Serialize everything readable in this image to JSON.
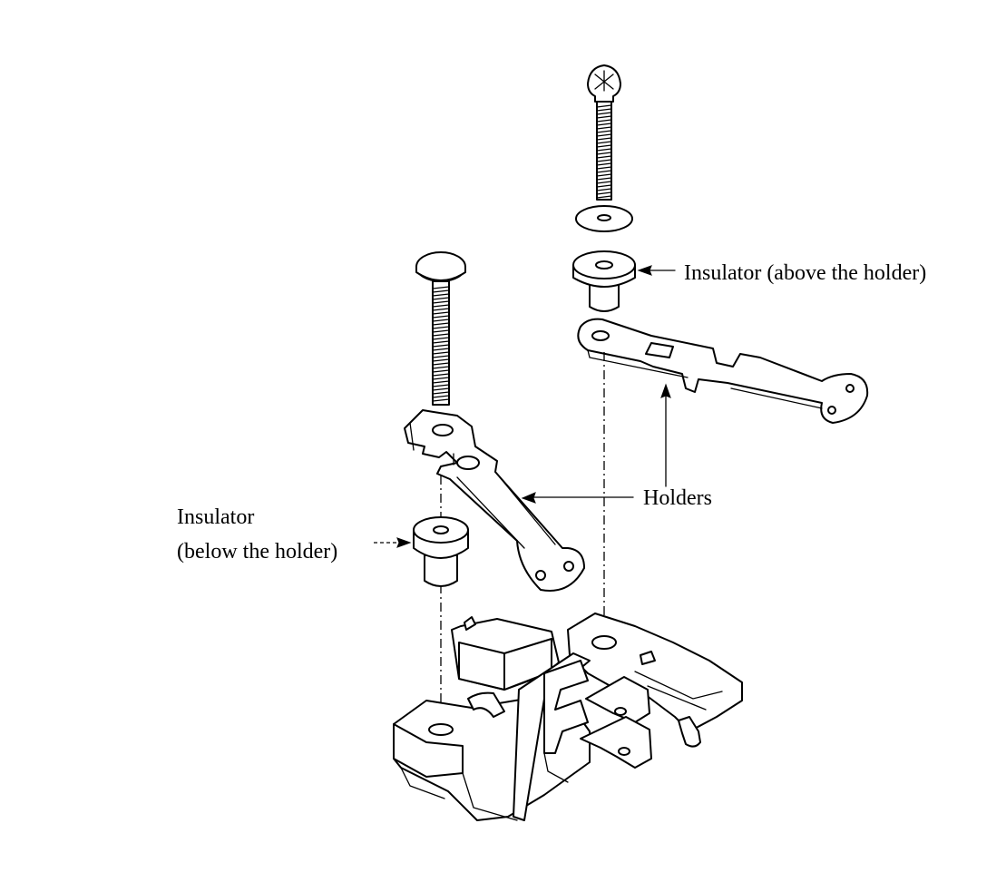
{
  "labels": {
    "insulator_above": "Insulator (above the holder)",
    "holders": "Holders",
    "insulator_below_line1": "Insulator",
    "insulator_below_line2": "(below the holder)"
  }
}
